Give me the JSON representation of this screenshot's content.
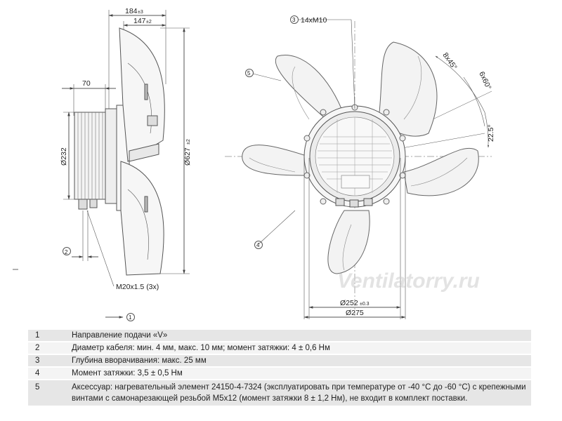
{
  "drawing": {
    "side_view": {
      "dim_total_depth": "184",
      "dim_total_depth_tol": "±3",
      "dim_blade_depth": "147",
      "dim_blade_depth_tol": "±2",
      "dim_motor_depth": "70",
      "dim_motor_diameter": "Ø232",
      "dim_fan_diameter": "Ø627",
      "dim_fan_diameter_tol": "±2",
      "cable_gland_label": "M20x1.5 (3x)",
      "callout_2": "2",
      "callout_1": "1"
    },
    "front_view": {
      "callout_3": "3",
      "thread_label": "14xM10",
      "callout_5": "5",
      "callout_4": "4",
      "angle_8x45": "8x45°",
      "angle_6x60": "6x60°",
      "angle_22_5": "22.5°",
      "dim_hole_circle": "Ø252",
      "dim_hole_circle_tol": "±0.3",
      "dim_flange": "Ø275"
    },
    "watermark": "Ventilatorry.ru",
    "line_color": "#555555"
  },
  "notes": [
    {
      "num": "1",
      "text": "Направление подачи «V»"
    },
    {
      "num": "2",
      "text": "Диаметр кабеля: мин. 4 мм, макс. 10 мм; момент затяжки: 4 ± 0,6 Нм"
    },
    {
      "num": "3",
      "text": "Глубина вворачивания: макс. 25 мм"
    },
    {
      "num": "4",
      "text": "Момент затяжки: 3,5 ± 0,5 Нм"
    },
    {
      "num": "5",
      "text": "Аксессуар: нагревательный элемент 24150-4-7324 (эксплуатировать при температуре от -40 °C до -60 °C) с крепежными винтами с самонарезающей резьбой M5x12 (момент затяжки 8 ± 1,2 Нм), не входит в комплект поставки."
    }
  ]
}
